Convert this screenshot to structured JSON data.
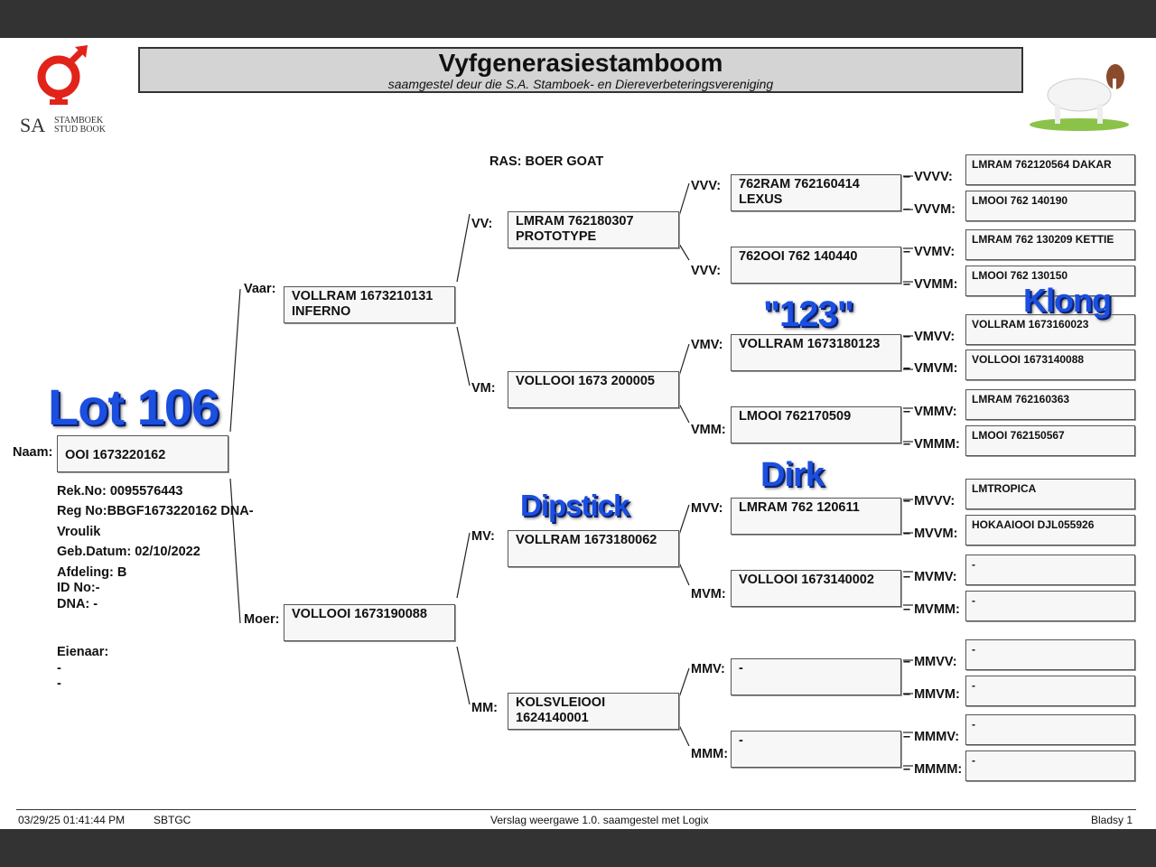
{
  "header": {
    "title": "Vyfgenerasiestamboom",
    "subtitle": "saamgestel deur die S.A. Stamboek- en Diereverbeteringsvereniging",
    "logo_sa": "SA",
    "logo_line1": "STAMBOEK",
    "logo_line2": "STUD BOOK"
  },
  "breed": "RAS: BOER GOAT",
  "animal": {
    "naam_label": "Naam:",
    "naam": "OOI 1673220162",
    "rek_no": "Rek.No: 0095576443",
    "reg_no": "Reg No:BBGF1673220162 DNA-",
    "sex": "Vroulik",
    "geb_datum": "Geb.Datum: 02/10/2022",
    "afdeling": "Afdeling: B",
    "id_no": "ID No:-",
    "dna": "DNA: -",
    "eienaar_label": "Eienaar:",
    "eienaar_1": "-",
    "eienaar_2": "-"
  },
  "gen2": [
    {
      "label": "Vaar:",
      "name": "VOLLRAM 1673210131\nINFERNO"
    },
    {
      "label": "Moer:",
      "name": "VOLLOOI 1673190088"
    }
  ],
  "gen3": [
    {
      "label": "VV:",
      "name": "LMRAM 762180307\nPROTOTYPE"
    },
    {
      "label": "VM:",
      "name": "VOLLOOI 1673 200005"
    },
    {
      "label": "MV:",
      "name": "VOLLRAM 1673180062"
    },
    {
      "label": "MM:",
      "name": "KOLSVLEIOOI\n1624140001"
    }
  ],
  "gen4": [
    {
      "label": "VVV:",
      "name": "762RAM 762160414\nLEXUS"
    },
    {
      "label": "VVV:",
      "name": "762OOI 762 140440"
    },
    {
      "label": "VMV:",
      "name": "VOLLRAM 1673180123"
    },
    {
      "label": "VMM:",
      "name": "LMOOI 762170509"
    },
    {
      "label": "MVV:",
      "name": "LMRAM 762 120611"
    },
    {
      "label": "MVM:",
      "name": "VOLLOOI 1673140002"
    },
    {
      "label": "MMV:",
      "name": "-"
    },
    {
      "label": "MMM:",
      "name": "-"
    }
  ],
  "gen5": [
    {
      "label": "VVVV:",
      "name": "LMRAM 762120564  DAKAR"
    },
    {
      "label": "VVVM:",
      "name": "LMOOI 762 140190"
    },
    {
      "label": "VVMV:",
      "name": "LMRAM 762 130209 KETTIE"
    },
    {
      "label": "VVMM:",
      "name": "LMOOI 762 130150"
    },
    {
      "label": "VMVV:",
      "name": "VOLLRAM 1673160023"
    },
    {
      "label": "VMVM:",
      "name": "VOLLOOI 1673140088"
    },
    {
      "label": "VMMV:",
      "name": "LMRAM 762160363"
    },
    {
      "label": "VMMM:",
      "name": "LMOOI 762150567"
    },
    {
      "label": "MVVV:",
      "name": "LMTROPICA"
    },
    {
      "label": "MVVM:",
      "name": "HOKAAIOOI DJL055926"
    },
    {
      "label": "MVMV:",
      "name": "-"
    },
    {
      "label": "MVMM:",
      "name": "-"
    },
    {
      "label": "MMVV:",
      "name": "-"
    },
    {
      "label": "MMVM:",
      "name": "-"
    },
    {
      "label": "MMMV:",
      "name": "-"
    },
    {
      "label": "MMMM:",
      "name": "-"
    }
  ],
  "annotations": {
    "lot": "Lot 106",
    "n123": "\"123\"",
    "klong": "Klong",
    "dirk": "Dirk",
    "dipstick": "Dipstick"
  },
  "footer": {
    "datetime": "03/29/25 01:41:44 PM",
    "code": "SBTGC",
    "report": "Verslag weergawe 1.0. saamgestel met Logix",
    "page": "Bladsy 1"
  }
}
